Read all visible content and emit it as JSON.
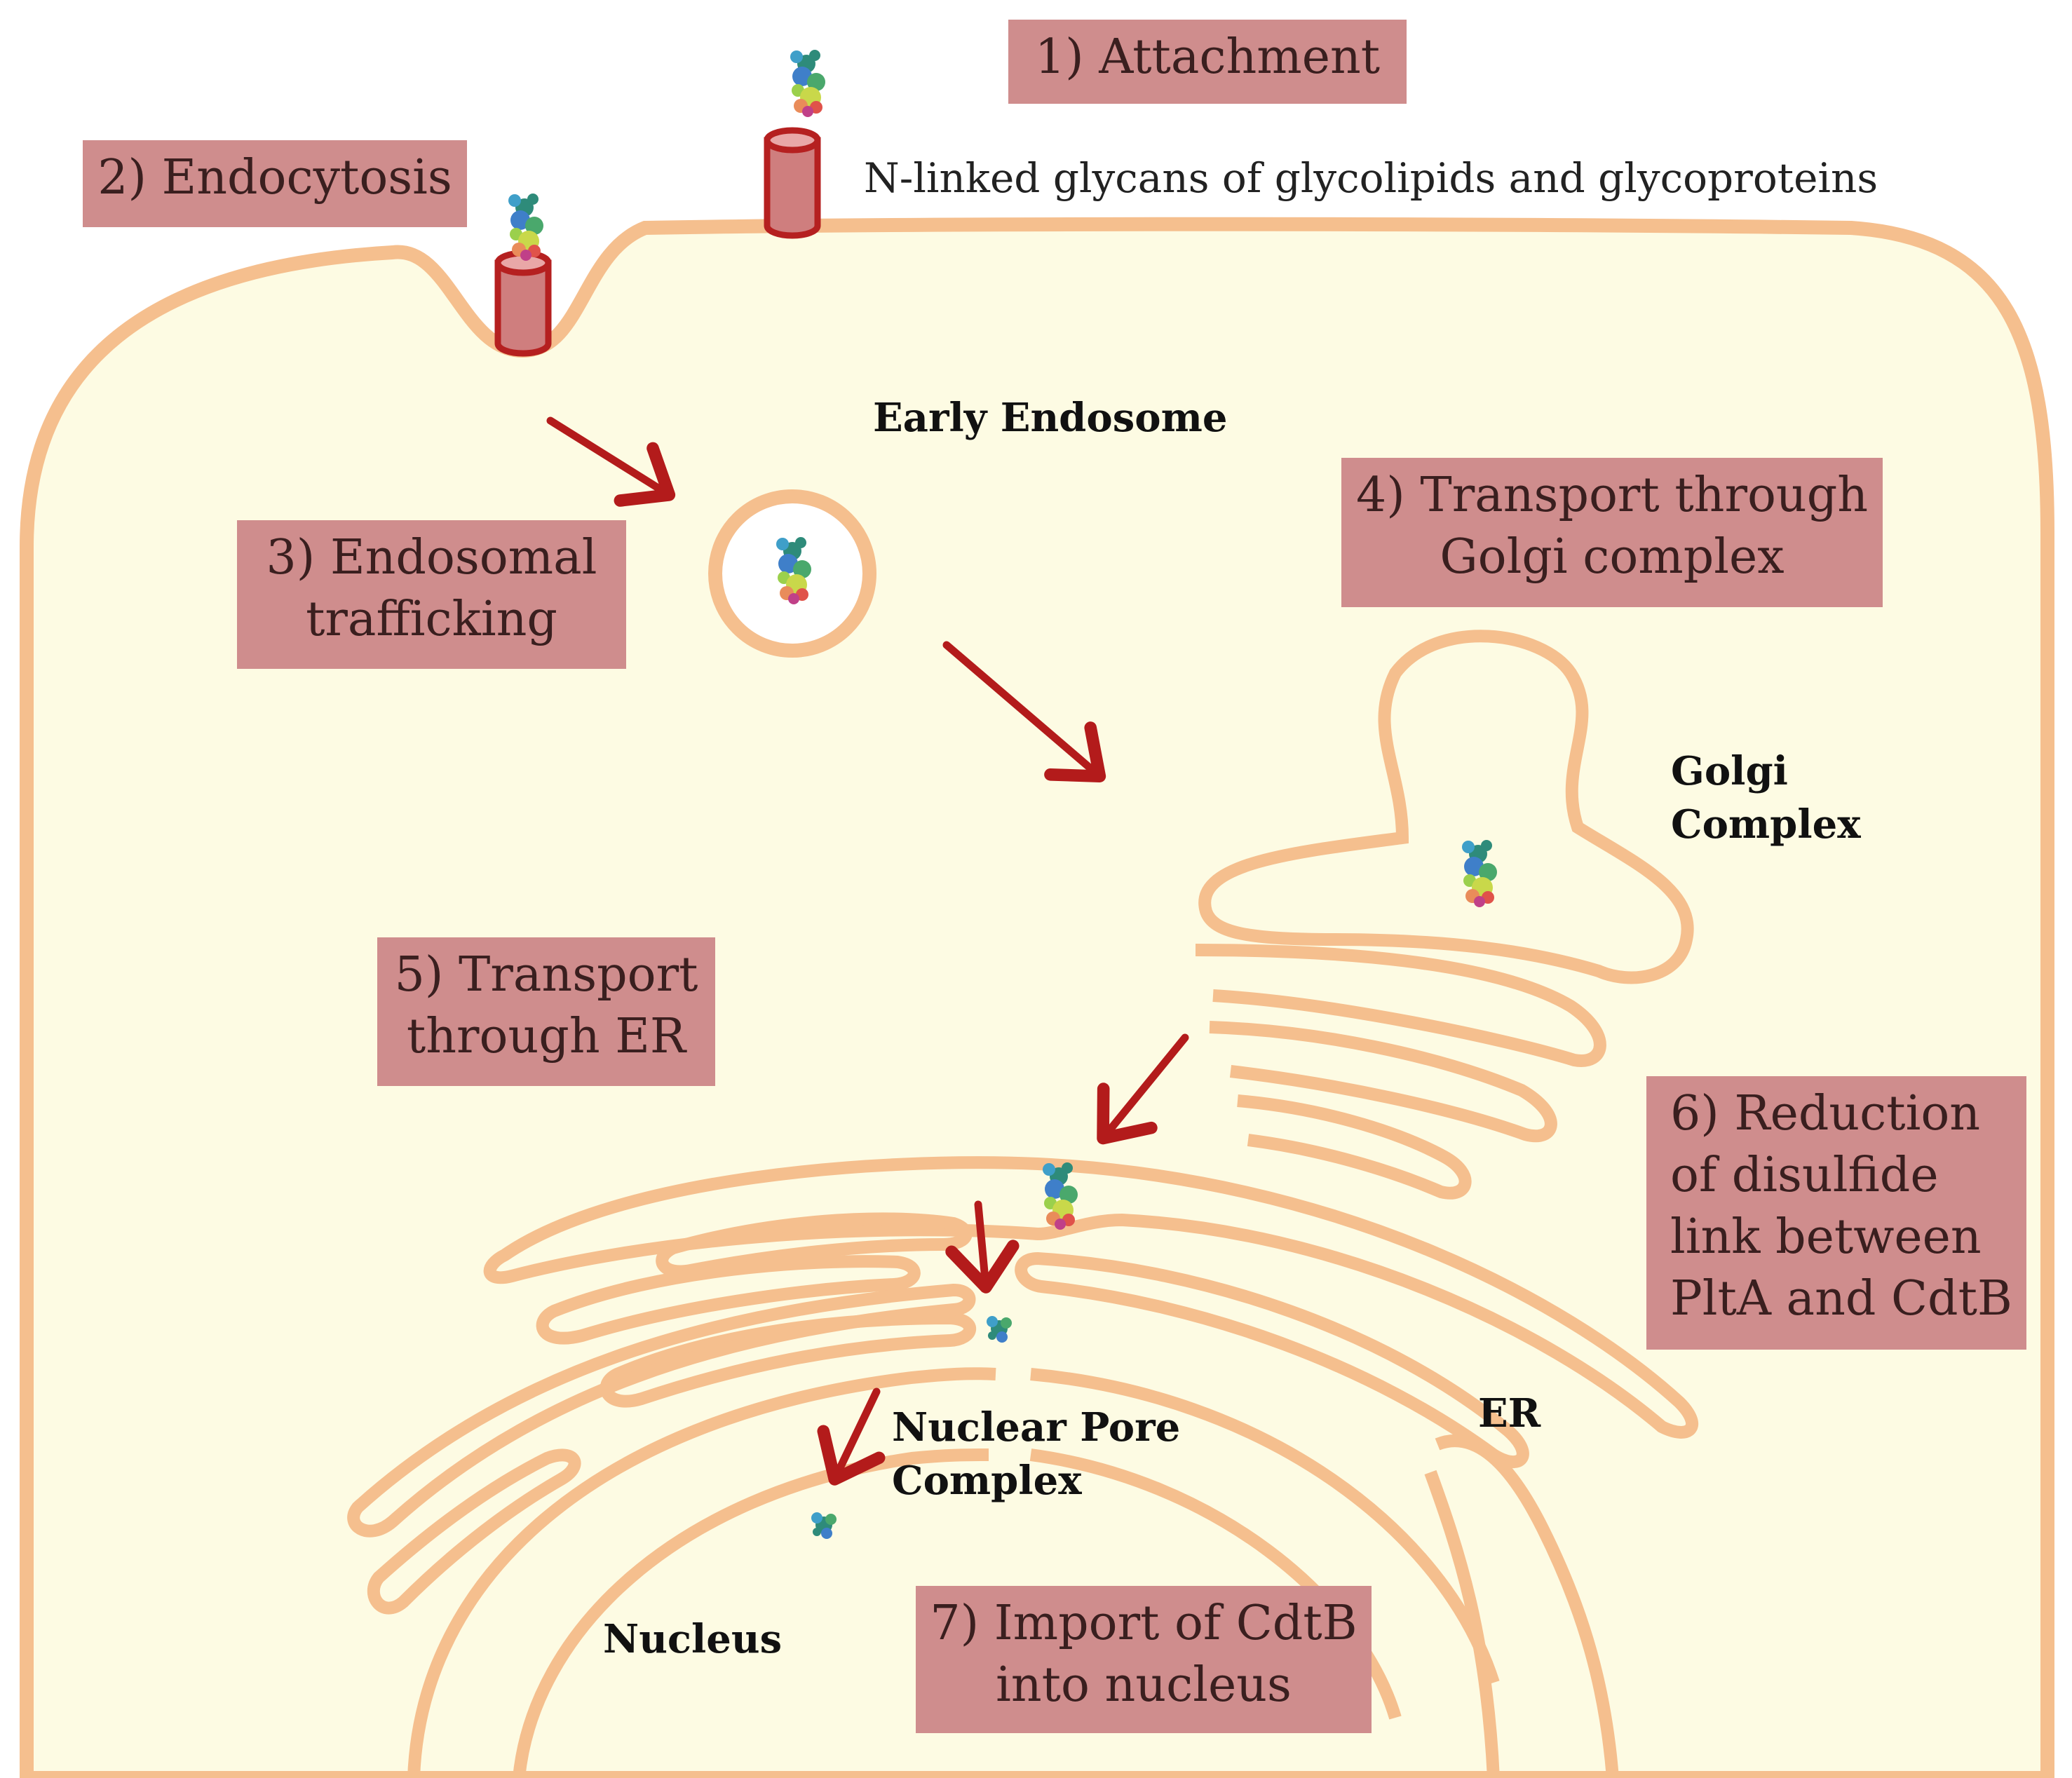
{
  "colors": {
    "cytoplasm": "#fdfbe3",
    "membrane": "#f5bf8e",
    "box_fill": "#cf8d8d",
    "arrow": "#b31b1b",
    "receptor": "#cf7e7e",
    "receptor_stroke": "#b52020"
  },
  "steps": {
    "s1": {
      "lines": [
        "1) Attachment"
      ]
    },
    "s2": {
      "lines": [
        "2) Endocytosis"
      ]
    },
    "s3": {
      "lines": [
        "3) Endosomal",
        "trafficking"
      ]
    },
    "s4": {
      "lines": [
        "4) Transport through",
        "Golgi complex"
      ]
    },
    "s5": {
      "lines": [
        "5) Transport",
        "through ER"
      ]
    },
    "s6": {
      "lines": [
        "6) Reduction",
        "of disulfide",
        "link between",
        "PltA and CdtB"
      ]
    },
    "s7": {
      "lines": [
        "7) Import of CdtB",
        "into nucleus"
      ]
    }
  },
  "labels": {
    "glycans": "N-linked glycans of glycolipids and glycoproteins",
    "early_endosome": "Early Endosome",
    "golgi": [
      "Golgi",
      "Complex"
    ],
    "er": "ER",
    "nuclear_pore": [
      "Nuclear Pore",
      "Complex"
    ],
    "nucleus": "Nucleus"
  },
  "icons": {
    "toxin": "toxin-molecule-icon",
    "receptor": "glycan-receptor-icon",
    "arrow": "red-arrow-icon"
  }
}
